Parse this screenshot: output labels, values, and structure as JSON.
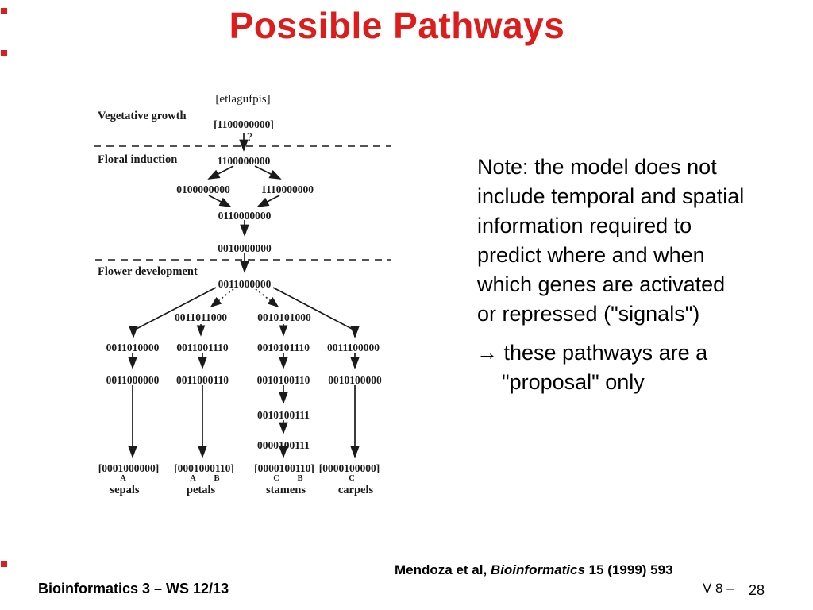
{
  "slide": {
    "title": "Possible Pathways",
    "accent_color": "#dd1c1c"
  },
  "diagram": {
    "legend": "[etlagufpis]",
    "question_mark": "?",
    "stage_labels": [
      "Vegetative growth",
      "Floral induction",
      "Flower development"
    ],
    "nodes": [
      "[etlagufpis]",
      "[1100000000]",
      "1100000000",
      "0100000000",
      "1110000000",
      "0110000000",
      "0010000000",
      "0011000000",
      "0011011000",
      "0010101000",
      "0011010000",
      "0011001110",
      "0010101110",
      "0011100000",
      "0011000000",
      "0011000110",
      "0010100110",
      "0010100000",
      "0010100111",
      "0000100111",
      "[0001000000]",
      "[0001000110]",
      "[0000100110]",
      "[0000100000]"
    ],
    "organ_letters": [
      "A",
      "A",
      "B",
      "C",
      "B",
      "C"
    ],
    "organs": [
      "sepals",
      "petals",
      "stamens",
      "carpels"
    ]
  },
  "note": {
    "lines": [
      "Note: the model does not",
      "include temporal and spatial",
      "information required to",
      "predict where and when",
      "which genes are activated",
      "or repressed (\"signals\")"
    ]
  },
  "conclusion": {
    "lines": [
      "→ these pathways are a",
      "\"proposal\" only"
    ]
  },
  "footer": {
    "course": "Bioinformatics 3 – WS 12/13",
    "citation": {
      "pre": "Mendoza et al, ",
      "journal": "Bioinformatics",
      "post": " 15 (1999) 593"
    },
    "lecture": "V 8 –",
    "page": "28"
  }
}
